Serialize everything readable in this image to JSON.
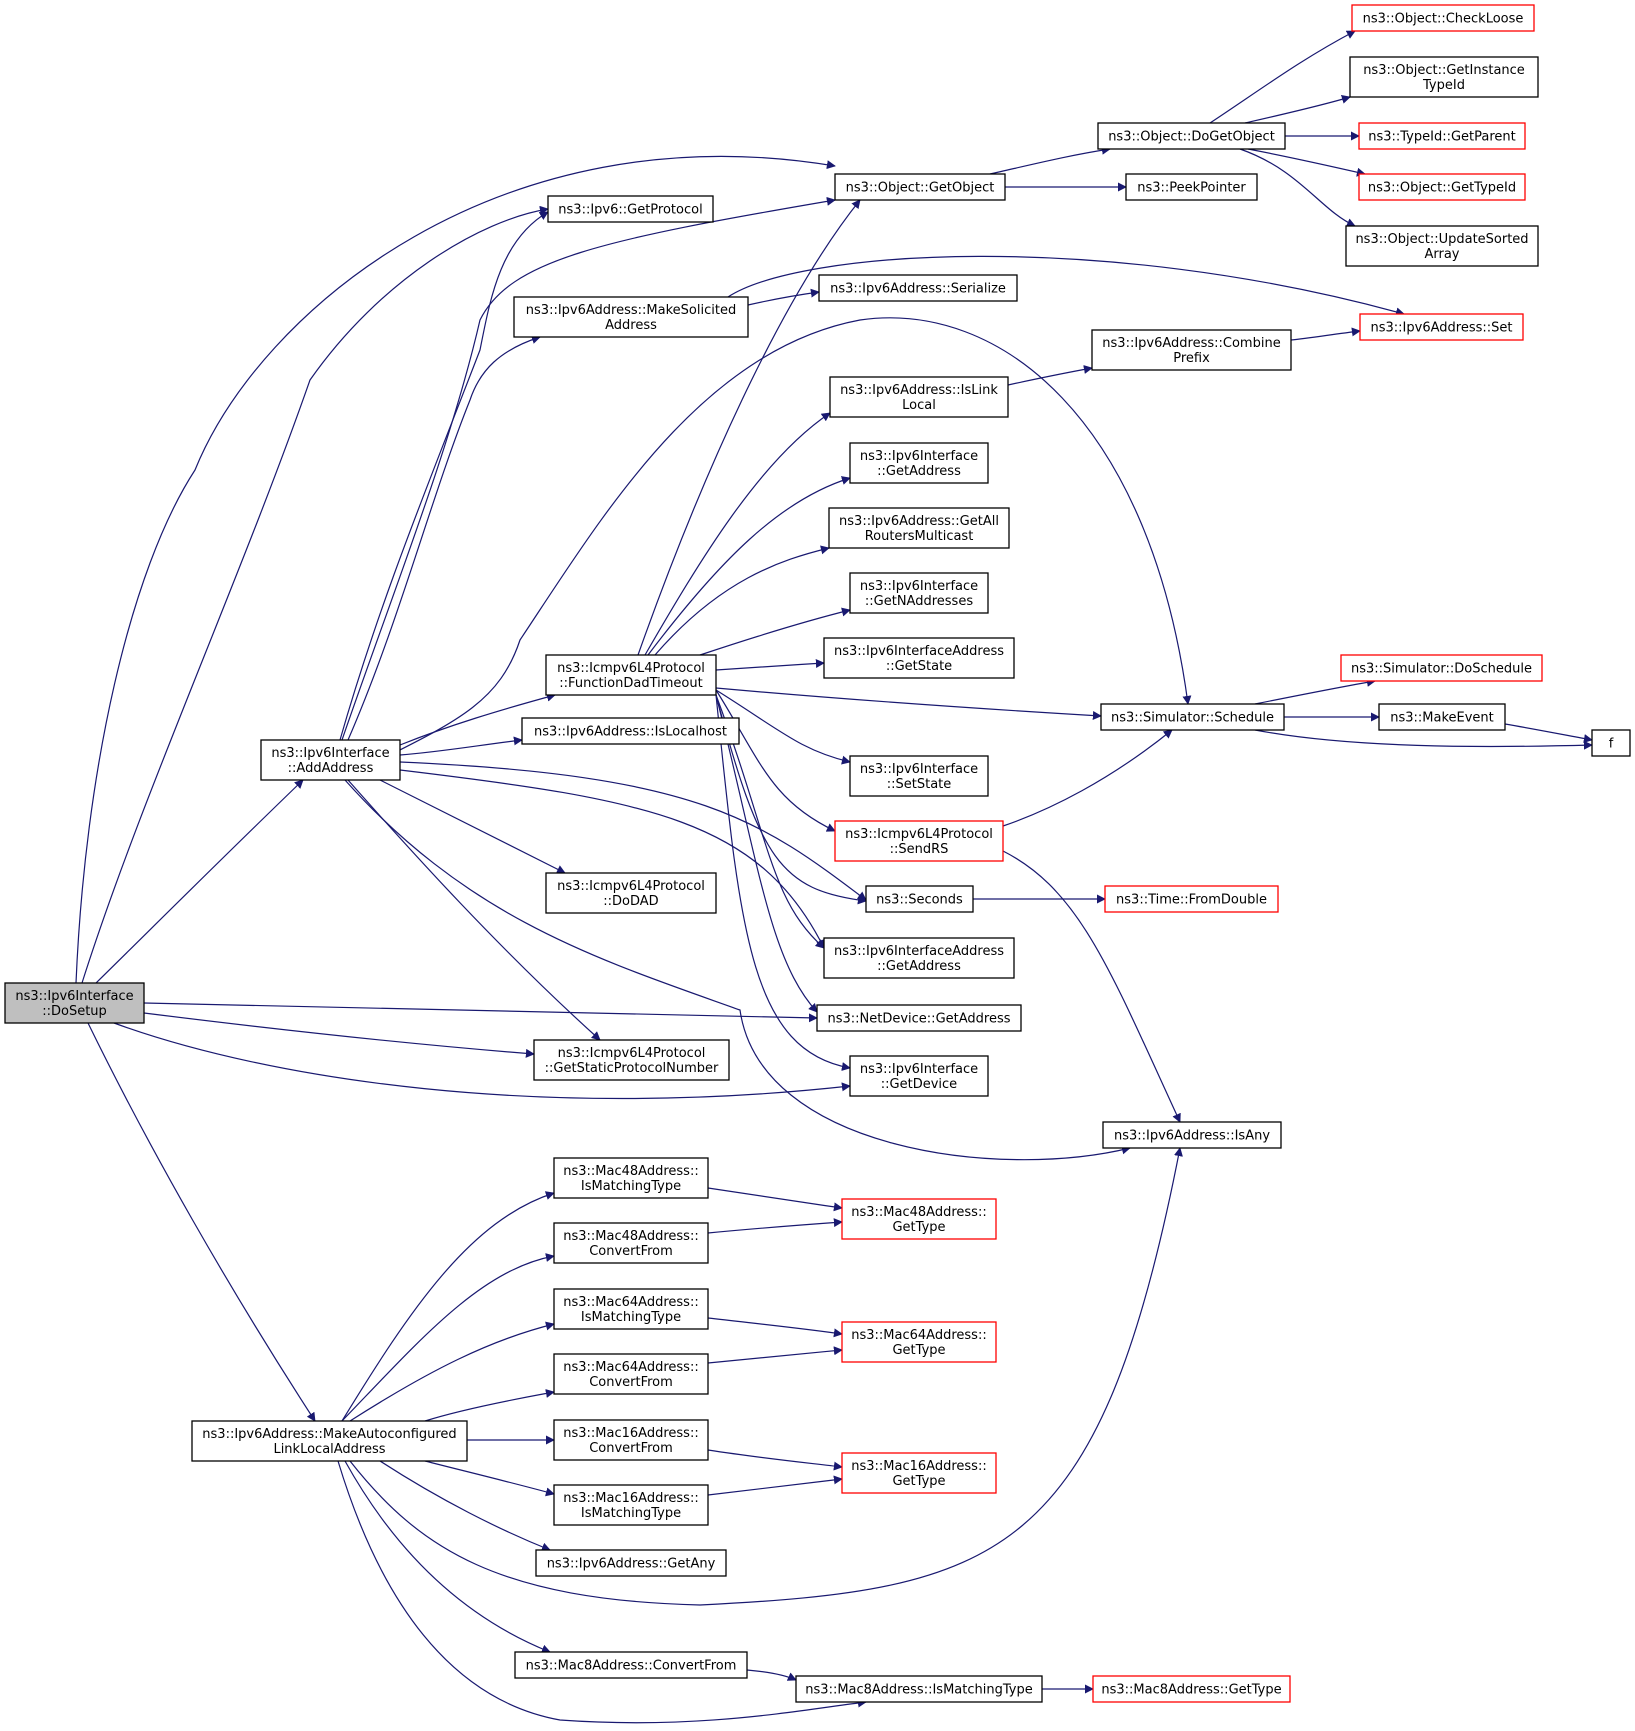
{
  "colors": {
    "edge": "#191970",
    "node_border": "#000000",
    "truncated_border": "#ff0000",
    "root_fill": "#bfbfbf",
    "node_fill": "#ffffff"
  },
  "nodes": [
    {
      "id": "doSetup",
      "lines": [
        "ns3::Ipv6Interface",
        "::DoSetup"
      ],
      "style": "root"
    },
    {
      "id": "addAddress",
      "lines": [
        "ns3::Ipv6Interface",
        "::AddAddress"
      ],
      "style": "normal"
    },
    {
      "id": "makeAutoLL",
      "lines": [
        "ns3::Ipv6Address::MakeAutoconfigured",
        "LinkLocalAddress"
      ],
      "style": "normal"
    },
    {
      "id": "ipv6GetProtocol",
      "lines": [
        "ns3::Ipv6::GetProtocol"
      ],
      "style": "normal"
    },
    {
      "id": "makeSolicited",
      "lines": [
        "ns3::Ipv6Address::MakeSolicited",
        "Address"
      ],
      "style": "normal"
    },
    {
      "id": "funcDad",
      "lines": [
        "ns3::Icmpv6L4Protocol",
        "::FunctionDadTimeout"
      ],
      "style": "normal"
    },
    {
      "id": "isLocalhost",
      "lines": [
        "ns3::Ipv6Address::IsLocalhost"
      ],
      "style": "normal"
    },
    {
      "id": "doDAD",
      "lines": [
        "ns3::Icmpv6L4Protocol",
        "::DoDAD"
      ],
      "style": "normal"
    },
    {
      "id": "getStaticProto",
      "lines": [
        "ns3::Icmpv6L4Protocol",
        "::GetStaticProtocolNumber"
      ],
      "style": "normal"
    },
    {
      "id": "mac48IsMatch",
      "lines": [
        "ns3::Mac48Address::",
        "IsMatchingType"
      ],
      "style": "normal"
    },
    {
      "id": "mac48Convert",
      "lines": [
        "ns3::Mac48Address::",
        "ConvertFrom"
      ],
      "style": "normal"
    },
    {
      "id": "mac64IsMatch",
      "lines": [
        "ns3::Mac64Address::",
        "IsMatchingType"
      ],
      "style": "normal"
    },
    {
      "id": "mac64Convert",
      "lines": [
        "ns3::Mac64Address::",
        "ConvertFrom"
      ],
      "style": "normal"
    },
    {
      "id": "mac16Convert",
      "lines": [
        "ns3::Mac16Address::",
        "ConvertFrom"
      ],
      "style": "normal"
    },
    {
      "id": "mac16IsMatch",
      "lines": [
        "ns3::Mac16Address::",
        "IsMatchingType"
      ],
      "style": "normal"
    },
    {
      "id": "ipv6GetAny",
      "lines": [
        "ns3::Ipv6Address::GetAny"
      ],
      "style": "normal"
    },
    {
      "id": "mac8Convert",
      "lines": [
        "ns3::Mac8Address::ConvertFrom"
      ],
      "style": "normal"
    },
    {
      "id": "objGetObject",
      "lines": [
        "ns3::Object::GetObject"
      ],
      "style": "normal"
    },
    {
      "id": "serialize",
      "lines": [
        "ns3::Ipv6Address::Serialize"
      ],
      "style": "normal"
    },
    {
      "id": "isLinkLocal",
      "lines": [
        "ns3::Ipv6Address::IsLink",
        "Local"
      ],
      "style": "normal"
    },
    {
      "id": "ifGetAddress",
      "lines": [
        "ns3::Ipv6Interface",
        "::GetAddress"
      ],
      "style": "normal"
    },
    {
      "id": "getAllRouters",
      "lines": [
        "ns3::Ipv6Address::GetAll",
        "RoutersMulticast"
      ],
      "style": "normal"
    },
    {
      "id": "getNAddresses",
      "lines": [
        "ns3::Ipv6Interface",
        "::GetNAddresses"
      ],
      "style": "normal"
    },
    {
      "id": "ifaGetState",
      "lines": [
        "ns3::Ipv6InterfaceAddress",
        "::GetState"
      ],
      "style": "normal"
    },
    {
      "id": "setState",
      "lines": [
        "ns3::Ipv6Interface",
        "::SetState"
      ],
      "style": "normal"
    },
    {
      "id": "sendRS",
      "lines": [
        "ns3::Icmpv6L4Protocol",
        "::SendRS"
      ],
      "style": "truncated"
    },
    {
      "id": "seconds",
      "lines": [
        "ns3::Seconds"
      ],
      "style": "normal"
    },
    {
      "id": "ifaGetAddress",
      "lines": [
        "ns3::Ipv6InterfaceAddress",
        "::GetAddress"
      ],
      "style": "normal"
    },
    {
      "id": "netDevGetAddress",
      "lines": [
        "ns3::NetDevice::GetAddress"
      ],
      "style": "normal"
    },
    {
      "id": "getDevice",
      "lines": [
        "ns3::Ipv6Interface",
        "::GetDevice"
      ],
      "style": "normal"
    },
    {
      "id": "mac48GetType",
      "lines": [
        "ns3::Mac48Address::",
        "GetType"
      ],
      "style": "truncated"
    },
    {
      "id": "mac64GetType",
      "lines": [
        "ns3::Mac64Address::",
        "GetType"
      ],
      "style": "truncated"
    },
    {
      "id": "mac16GetType",
      "lines": [
        "ns3::Mac16Address::",
        "GetType"
      ],
      "style": "truncated"
    },
    {
      "id": "mac8IsMatch",
      "lines": [
        "ns3::Mac8Address::IsMatchingType"
      ],
      "style": "normal"
    },
    {
      "id": "doGetObject",
      "lines": [
        "ns3::Object::DoGetObject"
      ],
      "style": "normal"
    },
    {
      "id": "peekPointer",
      "lines": [
        "ns3::PeekPointer"
      ],
      "style": "normal"
    },
    {
      "id": "combinePrefix",
      "lines": [
        "ns3::Ipv6Address::Combine",
        "Prefix"
      ],
      "style": "normal"
    },
    {
      "id": "schedule",
      "lines": [
        "ns3::Simulator::Schedule"
      ],
      "style": "normal"
    },
    {
      "id": "fromDouble",
      "lines": [
        "ns3::Time::FromDouble"
      ],
      "style": "truncated"
    },
    {
      "id": "isAny",
      "lines": [
        "ns3::Ipv6Address::IsAny"
      ],
      "style": "normal"
    },
    {
      "id": "mac8GetType",
      "lines": [
        "ns3::Mac8Address::GetType"
      ],
      "style": "truncated"
    },
    {
      "id": "checkLoose",
      "lines": [
        "ns3::Object::CheckLoose"
      ],
      "style": "truncated"
    },
    {
      "id": "getInstanceTypeId",
      "lines": [
        "ns3::Object::GetInstance",
        "TypeId"
      ],
      "style": "normal"
    },
    {
      "id": "typeIdGetParent",
      "lines": [
        "ns3::TypeId::GetParent"
      ],
      "style": "truncated"
    },
    {
      "id": "objGetTypeId",
      "lines": [
        "ns3::Object::GetTypeId"
      ],
      "style": "truncated"
    },
    {
      "id": "updateSorted",
      "lines": [
        "ns3::Object::UpdateSorted",
        "Array"
      ],
      "style": "normal"
    },
    {
      "id": "ipv6Set",
      "lines": [
        "ns3::Ipv6Address::Set"
      ],
      "style": "truncated"
    },
    {
      "id": "simDoSchedule",
      "lines": [
        "ns3::Simulator::DoSchedule"
      ],
      "style": "truncated"
    },
    {
      "id": "makeEvent",
      "lines": [
        "ns3::MakeEvent"
      ],
      "style": "normal"
    },
    {
      "id": "f",
      "lines": [
        "f"
      ],
      "style": "normal"
    }
  ],
  "edges": [
    {
      "from": "doSetup",
      "to": "objGetObject"
    },
    {
      "from": "doSetup",
      "to": "ipv6GetProtocol"
    },
    {
      "from": "doSetup",
      "to": "addAddress"
    },
    {
      "from": "doSetup",
      "to": "netDevGetAddress"
    },
    {
      "from": "doSetup",
      "to": "getStaticProto"
    },
    {
      "from": "doSetup",
      "to": "getDevice"
    },
    {
      "from": "doSetup",
      "to": "makeAutoLL"
    },
    {
      "from": "addAddress",
      "to": "ipv6GetProtocol"
    },
    {
      "from": "addAddress",
      "to": "objGetObject"
    },
    {
      "from": "addAddress",
      "to": "makeSolicited"
    },
    {
      "from": "addAddress",
      "to": "schedule"
    },
    {
      "from": "addAddress",
      "to": "funcDad"
    },
    {
      "from": "addAddress",
      "to": "isLocalhost"
    },
    {
      "from": "addAddress",
      "to": "seconds"
    },
    {
      "from": "addAddress",
      "to": "ifaGetAddress"
    },
    {
      "from": "addAddress",
      "to": "doDAD"
    },
    {
      "from": "addAddress",
      "to": "getStaticProto"
    },
    {
      "from": "addAddress",
      "to": "isAny"
    },
    {
      "from": "makeSolicited",
      "to": "serialize"
    },
    {
      "from": "makeSolicited",
      "to": "ipv6Set"
    },
    {
      "from": "funcDad",
      "to": "objGetObject"
    },
    {
      "from": "funcDad",
      "to": "isLinkLocal"
    },
    {
      "from": "funcDad",
      "to": "ifGetAddress"
    },
    {
      "from": "funcDad",
      "to": "getAllRouters"
    },
    {
      "from": "funcDad",
      "to": "getNAddresses"
    },
    {
      "from": "funcDad",
      "to": "ifaGetState"
    },
    {
      "from": "funcDad",
      "to": "schedule"
    },
    {
      "from": "funcDad",
      "to": "setState"
    },
    {
      "from": "funcDad",
      "to": "sendRS"
    },
    {
      "from": "funcDad",
      "to": "seconds"
    },
    {
      "from": "funcDad",
      "to": "ifaGetAddress"
    },
    {
      "from": "funcDad",
      "to": "netDevGetAddress"
    },
    {
      "from": "funcDad",
      "to": "getDevice"
    },
    {
      "from": "objGetObject",
      "to": "doGetObject"
    },
    {
      "from": "objGetObject",
      "to": "peekPointer"
    },
    {
      "from": "doGetObject",
      "to": "checkLoose"
    },
    {
      "from": "doGetObject",
      "to": "getInstanceTypeId"
    },
    {
      "from": "doGetObject",
      "to": "typeIdGetParent"
    },
    {
      "from": "doGetObject",
      "to": "objGetTypeId"
    },
    {
      "from": "doGetObject",
      "to": "updateSorted"
    },
    {
      "from": "isLinkLocal",
      "to": "combinePrefix"
    },
    {
      "from": "combinePrefix",
      "to": "ipv6Set"
    },
    {
      "from": "sendRS",
      "to": "schedule"
    },
    {
      "from": "sendRS",
      "to": "isAny"
    },
    {
      "from": "schedule",
      "to": "simDoSchedule"
    },
    {
      "from": "schedule",
      "to": "makeEvent"
    },
    {
      "from": "schedule",
      "to": "f"
    },
    {
      "from": "makeEvent",
      "to": "f"
    },
    {
      "from": "seconds",
      "to": "fromDouble"
    },
    {
      "from": "makeAutoLL",
      "to": "mac48IsMatch"
    },
    {
      "from": "makeAutoLL",
      "to": "mac48Convert"
    },
    {
      "from": "makeAutoLL",
      "to": "mac64IsMatch"
    },
    {
      "from": "makeAutoLL",
      "to": "mac64Convert"
    },
    {
      "from": "makeAutoLL",
      "to": "mac16Convert"
    },
    {
      "from": "makeAutoLL",
      "to": "mac16IsMatch"
    },
    {
      "from": "makeAutoLL",
      "to": "ipv6GetAny"
    },
    {
      "from": "makeAutoLL",
      "to": "isAny"
    },
    {
      "from": "makeAutoLL",
      "to": "mac8Convert"
    },
    {
      "from": "makeAutoLL",
      "to": "mac8IsMatch"
    },
    {
      "from": "mac48IsMatch",
      "to": "mac48GetType"
    },
    {
      "from": "mac48Convert",
      "to": "mac48GetType"
    },
    {
      "from": "mac64IsMatch",
      "to": "mac64GetType"
    },
    {
      "from": "mac64Convert",
      "to": "mac64GetType"
    },
    {
      "from": "mac16Convert",
      "to": "mac16GetType"
    },
    {
      "from": "mac16IsMatch",
      "to": "mac16GetType"
    },
    {
      "from": "mac8Convert",
      "to": "mac8IsMatch"
    },
    {
      "from": "mac8IsMatch",
      "to": "mac8GetType"
    }
  ]
}
